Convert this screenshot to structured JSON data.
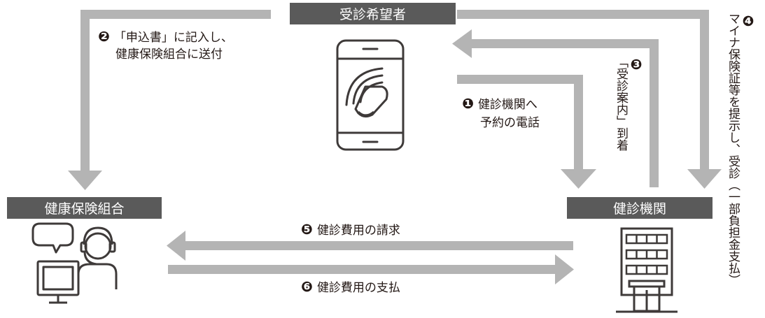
{
  "nodes": {
    "applicant": "受診希望者",
    "health_insurance_union": "健康保険組合",
    "medical_institution": "健診機関"
  },
  "steps": {
    "s1": {
      "num": "❶",
      "line1": "健診機関へ",
      "line2": "予約の電話"
    },
    "s2": {
      "num": "❷",
      "line1": "「申込書」に記入し、",
      "line2": "健康保険組合に送付"
    },
    "s3": {
      "num": "❸",
      "line1": "「受診案内」",
      "line2": "到着"
    },
    "s4": {
      "num": "❹",
      "line1": "マイナ保険証等を提示し、",
      "line2": "受診（一部負担金支払）"
    },
    "s5": {
      "num": "❺",
      "text": "健診費用の請求"
    },
    "s6": {
      "num": "❻",
      "text": "健診費用の支払"
    }
  },
  "icons": [
    "smartphone-call-icon",
    "operator-computer-icon",
    "building-icon"
  ],
  "colors": {
    "box": "#5a5a5a",
    "arrow": "#b4b4b4",
    "icon": "#3e3a39"
  }
}
